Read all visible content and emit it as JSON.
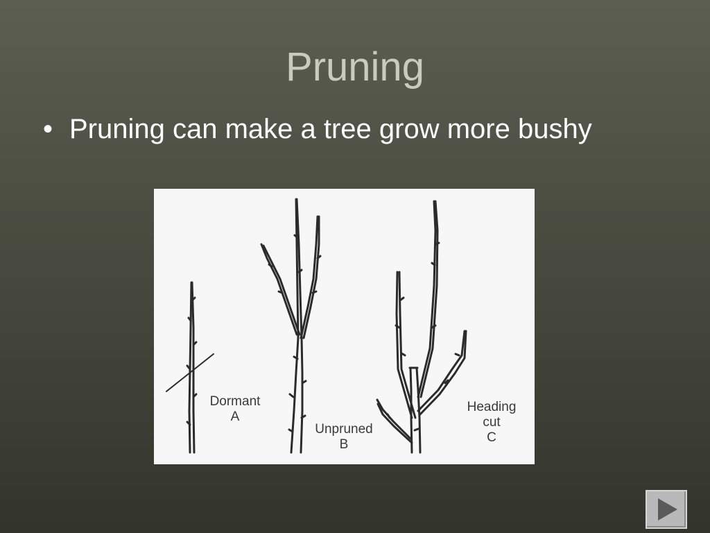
{
  "slide": {
    "title": "Pruning",
    "bullet_marker": "•",
    "bullet_text": "Pruning can make a tree grow more bushy"
  },
  "figure": {
    "labels": {
      "a_name": "Dormant",
      "a_letter": "A",
      "b_name": "Unpruned",
      "b_letter": "B",
      "c_name_1": "Heading",
      "c_name_2": "cut",
      "c_letter": "C"
    }
  },
  "navigation": {
    "next_icon": "play-triangle-icon"
  }
}
